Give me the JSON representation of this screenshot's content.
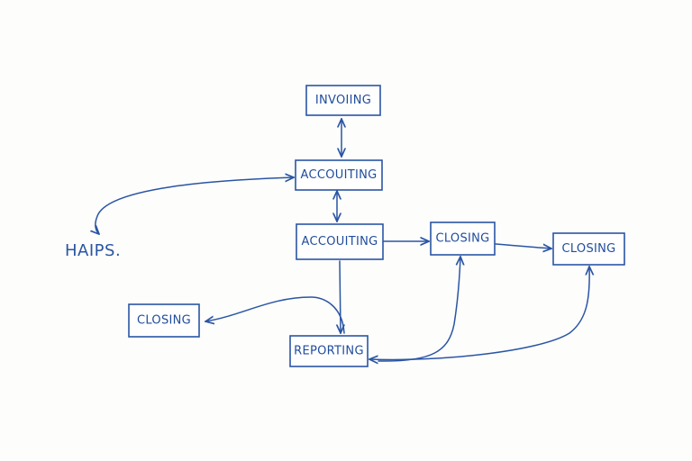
{
  "diagram": {
    "ink_color": "#2a55a3",
    "nodes": [
      {
        "id": "invoicing",
        "label": "INVOIING"
      },
      {
        "id": "accounting-top",
        "label": "ACCOUITING"
      },
      {
        "id": "accounting-mid",
        "label": "ACCOUITING"
      },
      {
        "id": "closing-mid",
        "label": "CLOSING"
      },
      {
        "id": "closing-right",
        "label": "CLOSING"
      },
      {
        "id": "closing-left",
        "label": "CLOSING"
      },
      {
        "id": "reporting",
        "label": "REPORTING"
      }
    ],
    "free_text": "HAIPS.",
    "edges": [
      {
        "from": "invoicing",
        "to": "accounting-top",
        "bidirectional": true
      },
      {
        "from": "accounting-top",
        "to": "free_text",
        "bidirectional": true
      },
      {
        "from": "accounting-mid",
        "to": "accounting-top",
        "bidirectional": true
      },
      {
        "from": "accounting-mid",
        "to": "closing-mid"
      },
      {
        "from": "closing-mid",
        "to": "closing-right"
      },
      {
        "from": "accounting-mid",
        "to": "reporting"
      },
      {
        "from": "reporting",
        "to": "closing-left"
      },
      {
        "from": "reporting",
        "to": "closing-mid"
      },
      {
        "from": "reporting",
        "to": "closing-right",
        "bidirectional": true
      }
    ]
  }
}
